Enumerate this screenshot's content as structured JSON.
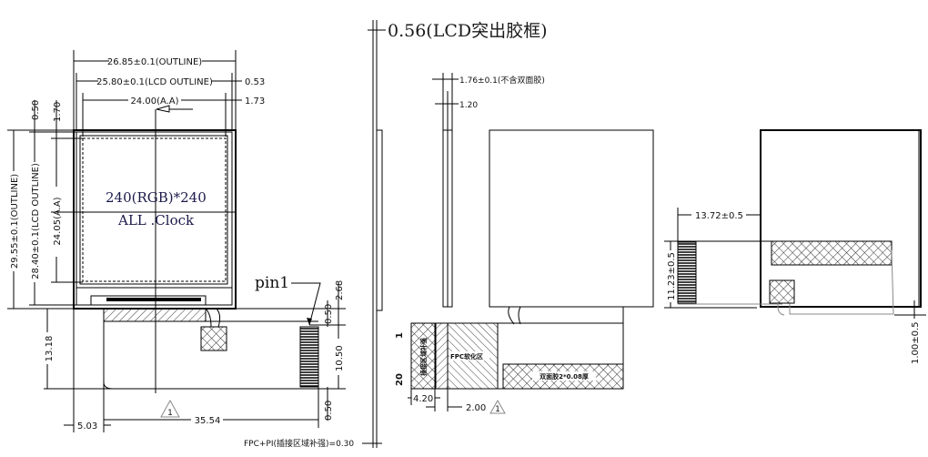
{
  "front_view": {
    "outline_width": "26.85±0.1(OUTLINE)",
    "lcd_outline_width": "25.80±0.1(LCD OUTLINE)",
    "aa_width": "24.00(A.A)",
    "right_offset_1": "0.53",
    "right_offset_2": "1.73",
    "top_offset_1": "0.50",
    "top_offset_2": "1.70",
    "outline_height": "29.55±0.1(OUTLINE)",
    "lcd_outline_height": "28.40±0.1(LCD OUTLINE)",
    "aa_height": "24.05(A.A)",
    "resolution": "240(RGB)*240",
    "subtitle": "ALL .Clock",
    "pin1_label": "pin1",
    "fpc_height": "13.18",
    "fpc_length": "35.54",
    "fpc_left_offset": "5.03",
    "connector_top": "2.68",
    "connector_gap_top": "0.50",
    "connector_height": "10.50",
    "connector_gap_bottom": "0.50",
    "revision_mark": "1",
    "stiffener_note": "FPC+PI(插接区域补强)=0.30"
  },
  "side_view": {
    "bezel_note": "0.56(LCD突出胶框)",
    "thickness": "1.76±0.1(不含双面胶)",
    "glass_thickness": "1.20"
  },
  "fpc_unfolded": {
    "pin_first": "1",
    "pin_last": "20",
    "stiffener_label": "插接区域补强",
    "soft_zone_label": "FPC软化区",
    "tape_label": "双面胶2*0.08厚",
    "stiffener_width": "4.20",
    "soft_zone_offset": "2.00",
    "revision_mark": "1"
  },
  "back_view": {
    "fpc_extend": "13.72±0.5",
    "connector_span": "11.23±0.5",
    "bottom_offset": "1.00±0.5"
  }
}
